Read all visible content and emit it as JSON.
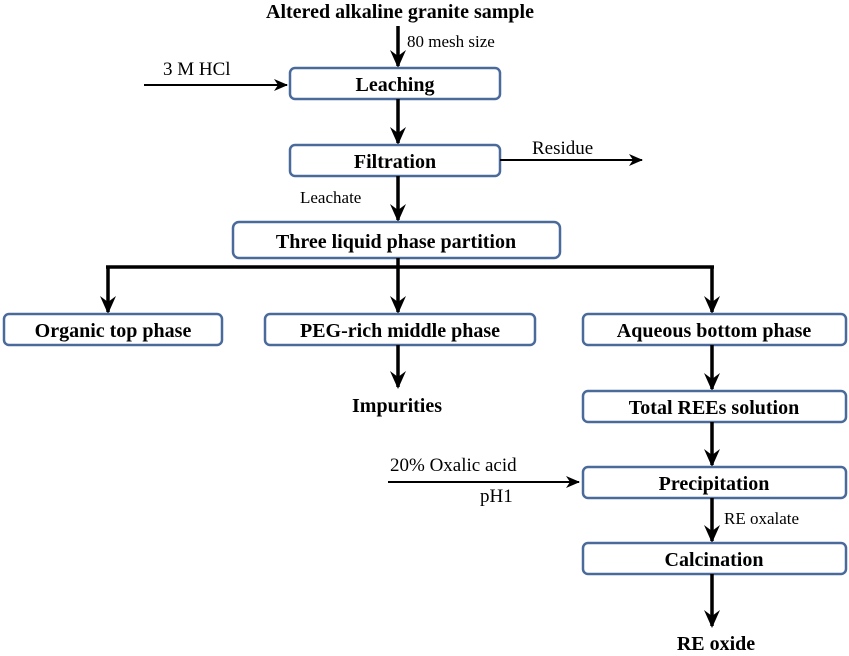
{
  "nodes": {
    "sample": "Altered alkaline granite sample",
    "leaching": "Leaching",
    "filtration": "Filtration",
    "partition": "Three liquid phase partition",
    "organic": "Organic top phase",
    "peg": "PEG-rich middle phase",
    "aqueous": "Aqueous bottom phase",
    "impurities": "Impurities",
    "total_rees": "Total REEs solution",
    "precipitation": "Precipitation",
    "calcination": "Calcination",
    "oxide": "RE oxide"
  },
  "labels": {
    "mesh": "80 mesh size",
    "hcl": "3 M HCl",
    "residue": "Residue",
    "leachate": "Leachate",
    "oxalic": "20% Oxalic acid",
    "ph": "pH1",
    "oxalate": "RE oxalate"
  },
  "colors": {
    "box_border": "#4a6a9c",
    "arrow": "#000000"
  }
}
